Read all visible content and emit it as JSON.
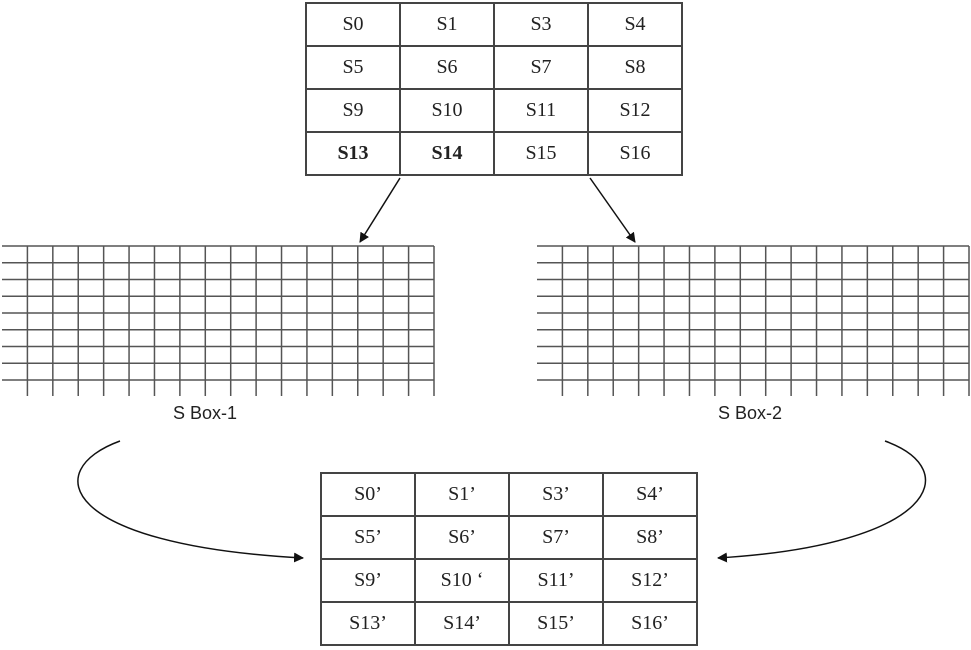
{
  "input_state": {
    "rows": [
      [
        "S0",
        "S1",
        "S3",
        "S4"
      ],
      [
        "S5",
        "S6",
        "S7",
        "S8"
      ],
      [
        "S9",
        "S10",
        "S11",
        "S12"
      ],
      [
        "S13",
        "S14",
        "S15",
        "S16"
      ]
    ]
  },
  "sbox1": {
    "label": "S Box-1"
  },
  "sbox2": {
    "label": "S Box-2"
  },
  "output_state": {
    "rows": [
      [
        "S0’",
        "S1’",
        "S3’",
        "S4’"
      ],
      [
        "S5’",
        "S6’",
        "S7’",
        "S8’"
      ],
      [
        "S9’",
        "S10 ‘",
        "S11’",
        "S12’"
      ],
      [
        "S13’",
        "S14’",
        "S15’",
        "S16’"
      ]
    ]
  }
}
